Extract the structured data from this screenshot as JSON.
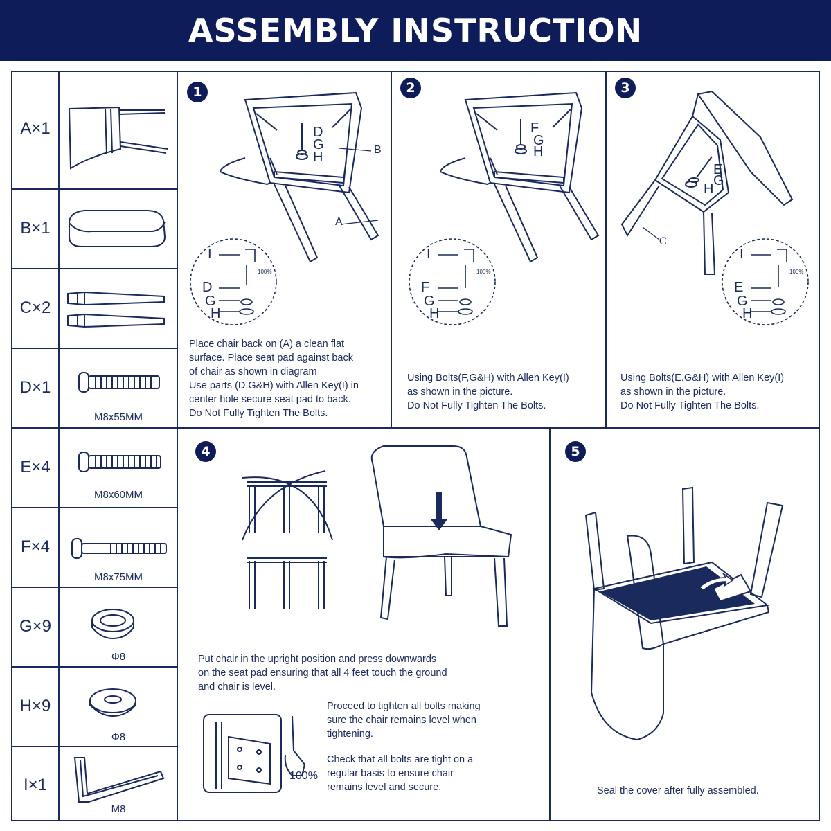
{
  "header": {
    "title": "ASSEMBLY INSTRUCTION"
  },
  "parts": [
    {
      "label": "A×1",
      "caption": ""
    },
    {
      "label": "B×1",
      "caption": ""
    },
    {
      "label": "C×2",
      "caption": ""
    },
    {
      "label": "D×1",
      "caption": "M8x55MM"
    },
    {
      "label": "E×4",
      "caption": "M8x60MM"
    },
    {
      "label": "F×4",
      "caption": "M8x75MM"
    },
    {
      "label": "G×9",
      "caption": "Φ8"
    },
    {
      "label": "H×9",
      "caption": "Φ8"
    },
    {
      "label": "I×1",
      "caption": "M8"
    }
  ],
  "steps": {
    "step1": {
      "number": "1",
      "callouts": {
        "d": "D",
        "g": "G",
        "h": "H",
        "b": "B",
        "a": "A"
      },
      "zoom": {
        "i": "I",
        "d": "D",
        "g": "G",
        "h": "H",
        "pct": "100%"
      },
      "lines": [
        "Place chair back on (A) a clean flat",
        "surface. Place seat pad against back",
        "of chair as shown in diagram",
        "Use parts (D,G&H) with Allen Key(I) in",
        "center hole secure seat pad to back.",
        "Do Not Fully Tighten The Bolts."
      ]
    },
    "step2": {
      "number": "2",
      "callouts": {
        "f": "F",
        "g": "G",
        "h": "H"
      },
      "zoom": {
        "i": "I",
        "f": "F",
        "g": "G",
        "h": "H",
        "pct": "100%"
      },
      "lines": [
        "Using Bolts(F,G&H) with Allen Key(I)",
        "as shown in the picture.",
        "Do Not Fully Tighten The Bolts."
      ]
    },
    "step3": {
      "number": "3",
      "callouts": {
        "e": "E",
        "g": "G",
        "h": "H",
        "c": "C"
      },
      "zoom": {
        "i": "I",
        "e": "E",
        "g": "G",
        "h": "H",
        "pct": "100%"
      },
      "lines": [
        "Using Bolts(E,G&H) with Allen Key(I)",
        "as shown in the picture.",
        "Do Not Fully Tighten The Bolts."
      ]
    },
    "step4": {
      "number": "4",
      "lines_a": [
        "Put chair in the upright position and press downwards",
        "on the seat pad ensuring that all 4 feet touch the ground",
        "and chair is level."
      ],
      "lines_b": [
        "Proceed to tighten all bolts making",
        "sure the chair remains level when",
        "tightening."
      ],
      "lines_c": [
        "Check that all bolts are tight on a",
        "regular basis to ensure chair",
        "remains level and secure."
      ],
      "pct": "100%"
    },
    "step5": {
      "number": "5",
      "lines": [
        "Seal the cover after fully assembled."
      ]
    }
  }
}
